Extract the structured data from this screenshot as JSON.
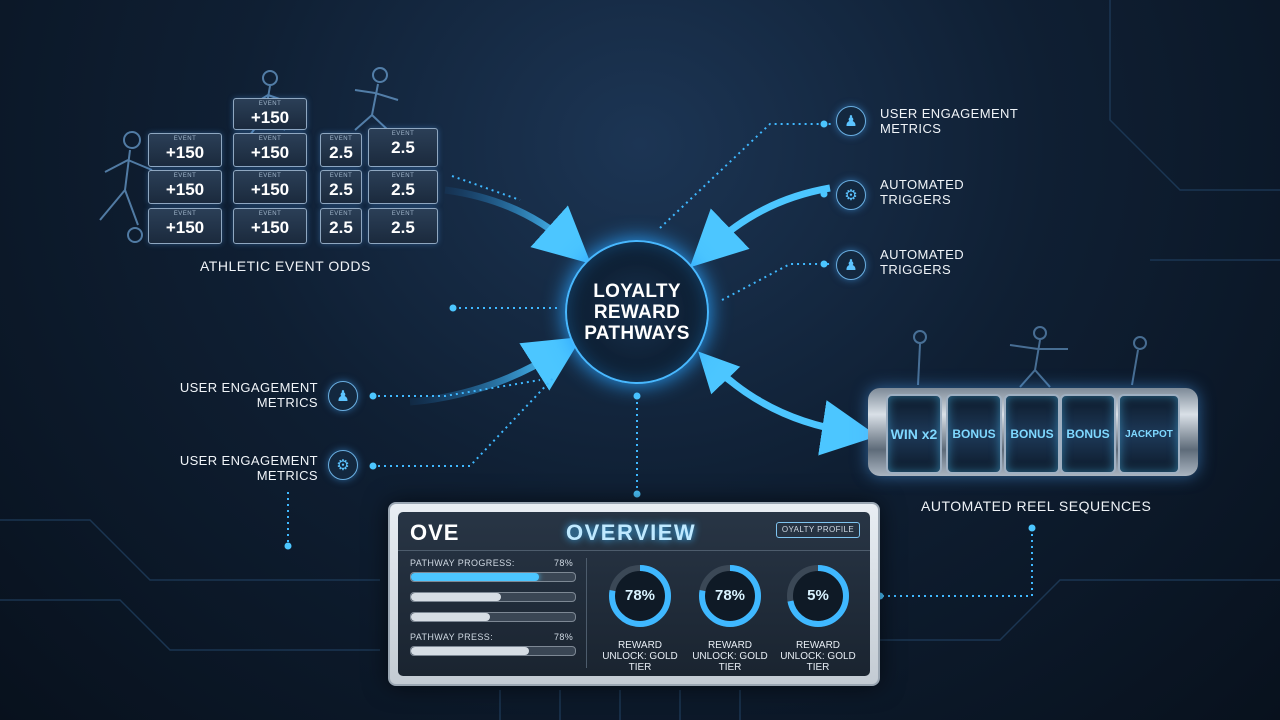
{
  "hub": {
    "title": "LOYALTY REWARD PATHWAYS"
  },
  "odds": {
    "caption": "ATHLETIC EVENT ODDS",
    "col1": [
      "+150",
      "+150",
      "+150"
    ],
    "col2": [
      "+150",
      "+150",
      "+150",
      "+150"
    ],
    "col3": [
      "2.5",
      "2.5",
      "2.5"
    ],
    "col4": [
      "2.5",
      "2.5",
      "2.5"
    ]
  },
  "right_nodes": [
    {
      "label": "USER ENGAGEMENT METRICS",
      "icon": "user-chart-icon"
    },
    {
      "label": "AUTOMATED TRIGGERS",
      "icon": "gear-icon"
    },
    {
      "label": "AUTOMATED TRIGGERS",
      "icon": "user-chart-icon"
    }
  ],
  "left_nodes": [
    {
      "label": "USER ENGAGEMENT METRICS",
      "icon": "user-chart-icon"
    },
    {
      "label": "USER ENGAGEMENT METRICS",
      "icon": "gear-icon"
    }
  ],
  "reels": {
    "caption": "AUTOMATED REEL SEQUENCES",
    "symbols": [
      "WIN x2",
      "BONUS",
      "BONUS",
      "BONUS",
      "JACKPOT"
    ]
  },
  "dashboard": {
    "brand": "OVE",
    "title": "OVERVIEW",
    "badge": "OYALTY PROFILE",
    "progress_label": "PATHWAY PROGRESS:",
    "progress_value": "78%",
    "progress_fraction": 0.78,
    "bar_fills": [
      0.55,
      0.48
    ],
    "progress2_label": "PATHWAY PRESS:",
    "progress2_value": "78%",
    "progress2_fraction": 0.72,
    "rings": [
      {
        "value": "78%",
        "fraction": 0.78,
        "label": "REWARD UNLOCK: GOLD TIER"
      },
      {
        "value": "78%",
        "fraction": 0.78,
        "label": "REWARD UNLOCK: GOLD TIER"
      },
      {
        "value": "5%",
        "fraction": 0.72,
        "label": "REWARD UNLOCK: GOLD TIER"
      }
    ]
  },
  "colors": {
    "accent": "#3fb8ff",
    "glow": "#2aa3ff",
    "bg": "#0f1f33"
  }
}
